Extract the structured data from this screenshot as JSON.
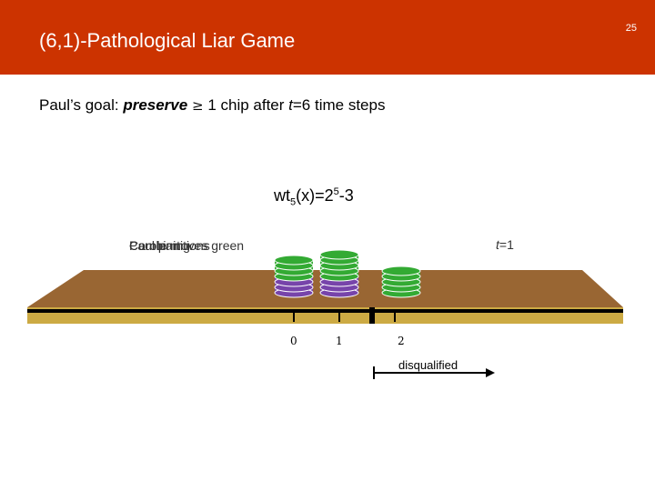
{
  "slide_number": "25",
  "title": "(6,1)-Pathological Liar Game",
  "goal": {
    "prefix": "Paul’s goal: ",
    "emphasis": "preserve",
    "relation": " ≥ ",
    "middle": "1 chip after ",
    "var": "t",
    "suffix": "=6 time steps"
  },
  "weight": {
    "base": "wt",
    "sub": "5",
    "mid": "(x)=2",
    "sup": "5",
    "end": "-3"
  },
  "overlap_labels": [
    "Paul partitions",
    "Carole moves green",
    "Combining"
  ],
  "time": {
    "var": "t",
    "value": "=1"
  },
  "ticks": [
    "0",
    "1",
    "2"
  ],
  "disqualified_label": "disqualified",
  "stacks": [
    {
      "position": "0",
      "green": 3,
      "purple": 3
    },
    {
      "position": "1",
      "green": 4,
      "purple": 3
    },
    {
      "position": "2",
      "green": 4,
      "purple": 0
    }
  ],
  "colors": {
    "header": "#cc3300",
    "table": "#996633",
    "rail": "#ccaa44",
    "green_chip": "#33aa33",
    "purple_chip": "#7744aa"
  }
}
